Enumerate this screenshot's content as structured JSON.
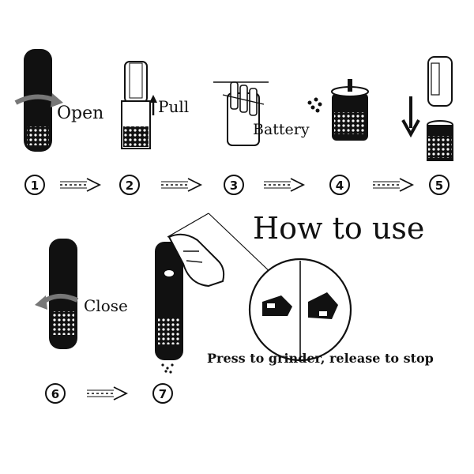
{
  "title": "How to use",
  "steps": [
    {
      "number": "1",
      "label": "Open"
    },
    {
      "number": "2",
      "label": "Pull"
    },
    {
      "number": "3",
      "label": "Battery"
    },
    {
      "number": "4",
      "label": ""
    },
    {
      "number": "5",
      "label": ""
    },
    {
      "number": "6",
      "label": "Close"
    },
    {
      "number": "7",
      "label": ""
    }
  ],
  "instruction": "Press to grinder, release to stop",
  "colors": {
    "ink": "#111111",
    "paper": "#ffffff"
  }
}
